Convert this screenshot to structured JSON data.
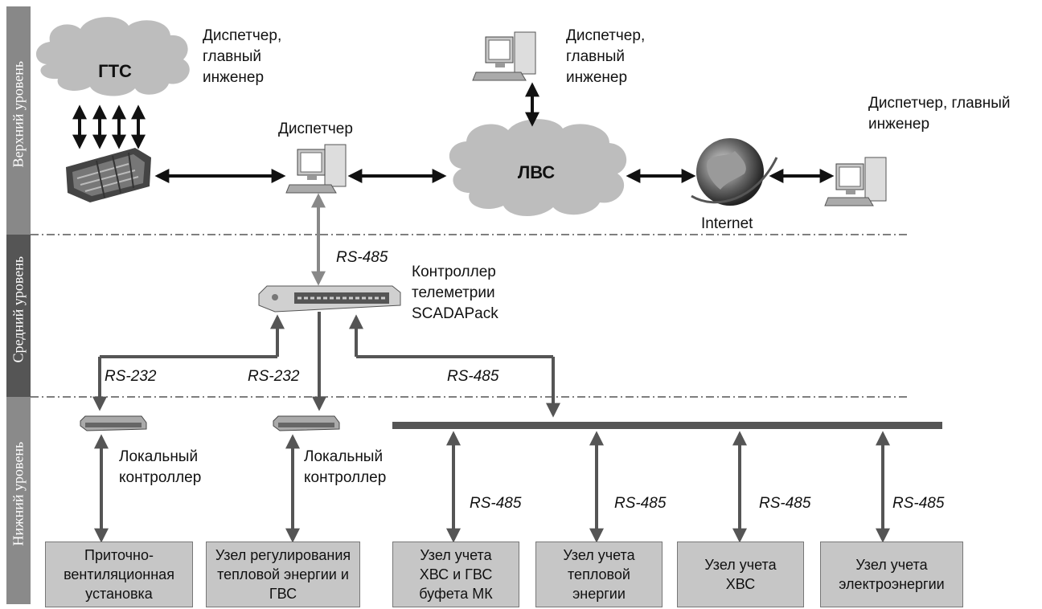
{
  "levels": {
    "top": "Верхний уровень",
    "middle": "Средний уровень",
    "bottom": "Нижний уровень"
  },
  "clouds": {
    "gts": "ГТС",
    "lvs": "ЛВС"
  },
  "labels": {
    "dispatcher_engineer_1": "Диспетчер,\nглавный\nинженер",
    "dispatcher_engineer_2": "Диспетчер,\nглавный\nинженер",
    "dispatcher_engineer_3": "Диспетчер, главный\nинженер",
    "dispatcher": "Диспетчер",
    "internet": "Internet",
    "controller": "Контроллер\nтелеметрии\nSCADAPack",
    "local_controller_1": "Локальный\nконтроллер",
    "local_controller_2": "Локальный\nконтроллер"
  },
  "protocols": {
    "rs485_top": "RS-485",
    "rs232_left": "RS-232",
    "rs232_mid": "RS-232",
    "rs485_bus": "RS-485",
    "rs485_n1": "RS-485",
    "rs485_n2": "RS-485",
    "rs485_n3": "RS-485",
    "rs485_n4": "RS-485"
  },
  "boxes": [
    "Приточно-\nвентиляционная\nустановка",
    "Узел регулирования\nтепловой энергии и\nГВС",
    "Узел учета\nХВС и ГВС\nбуфета МК",
    "Узел учета\nтепловой\nэнергии",
    "Узел учета\nХВС",
    "Узел учета\nэлектроэнергии"
  ]
}
